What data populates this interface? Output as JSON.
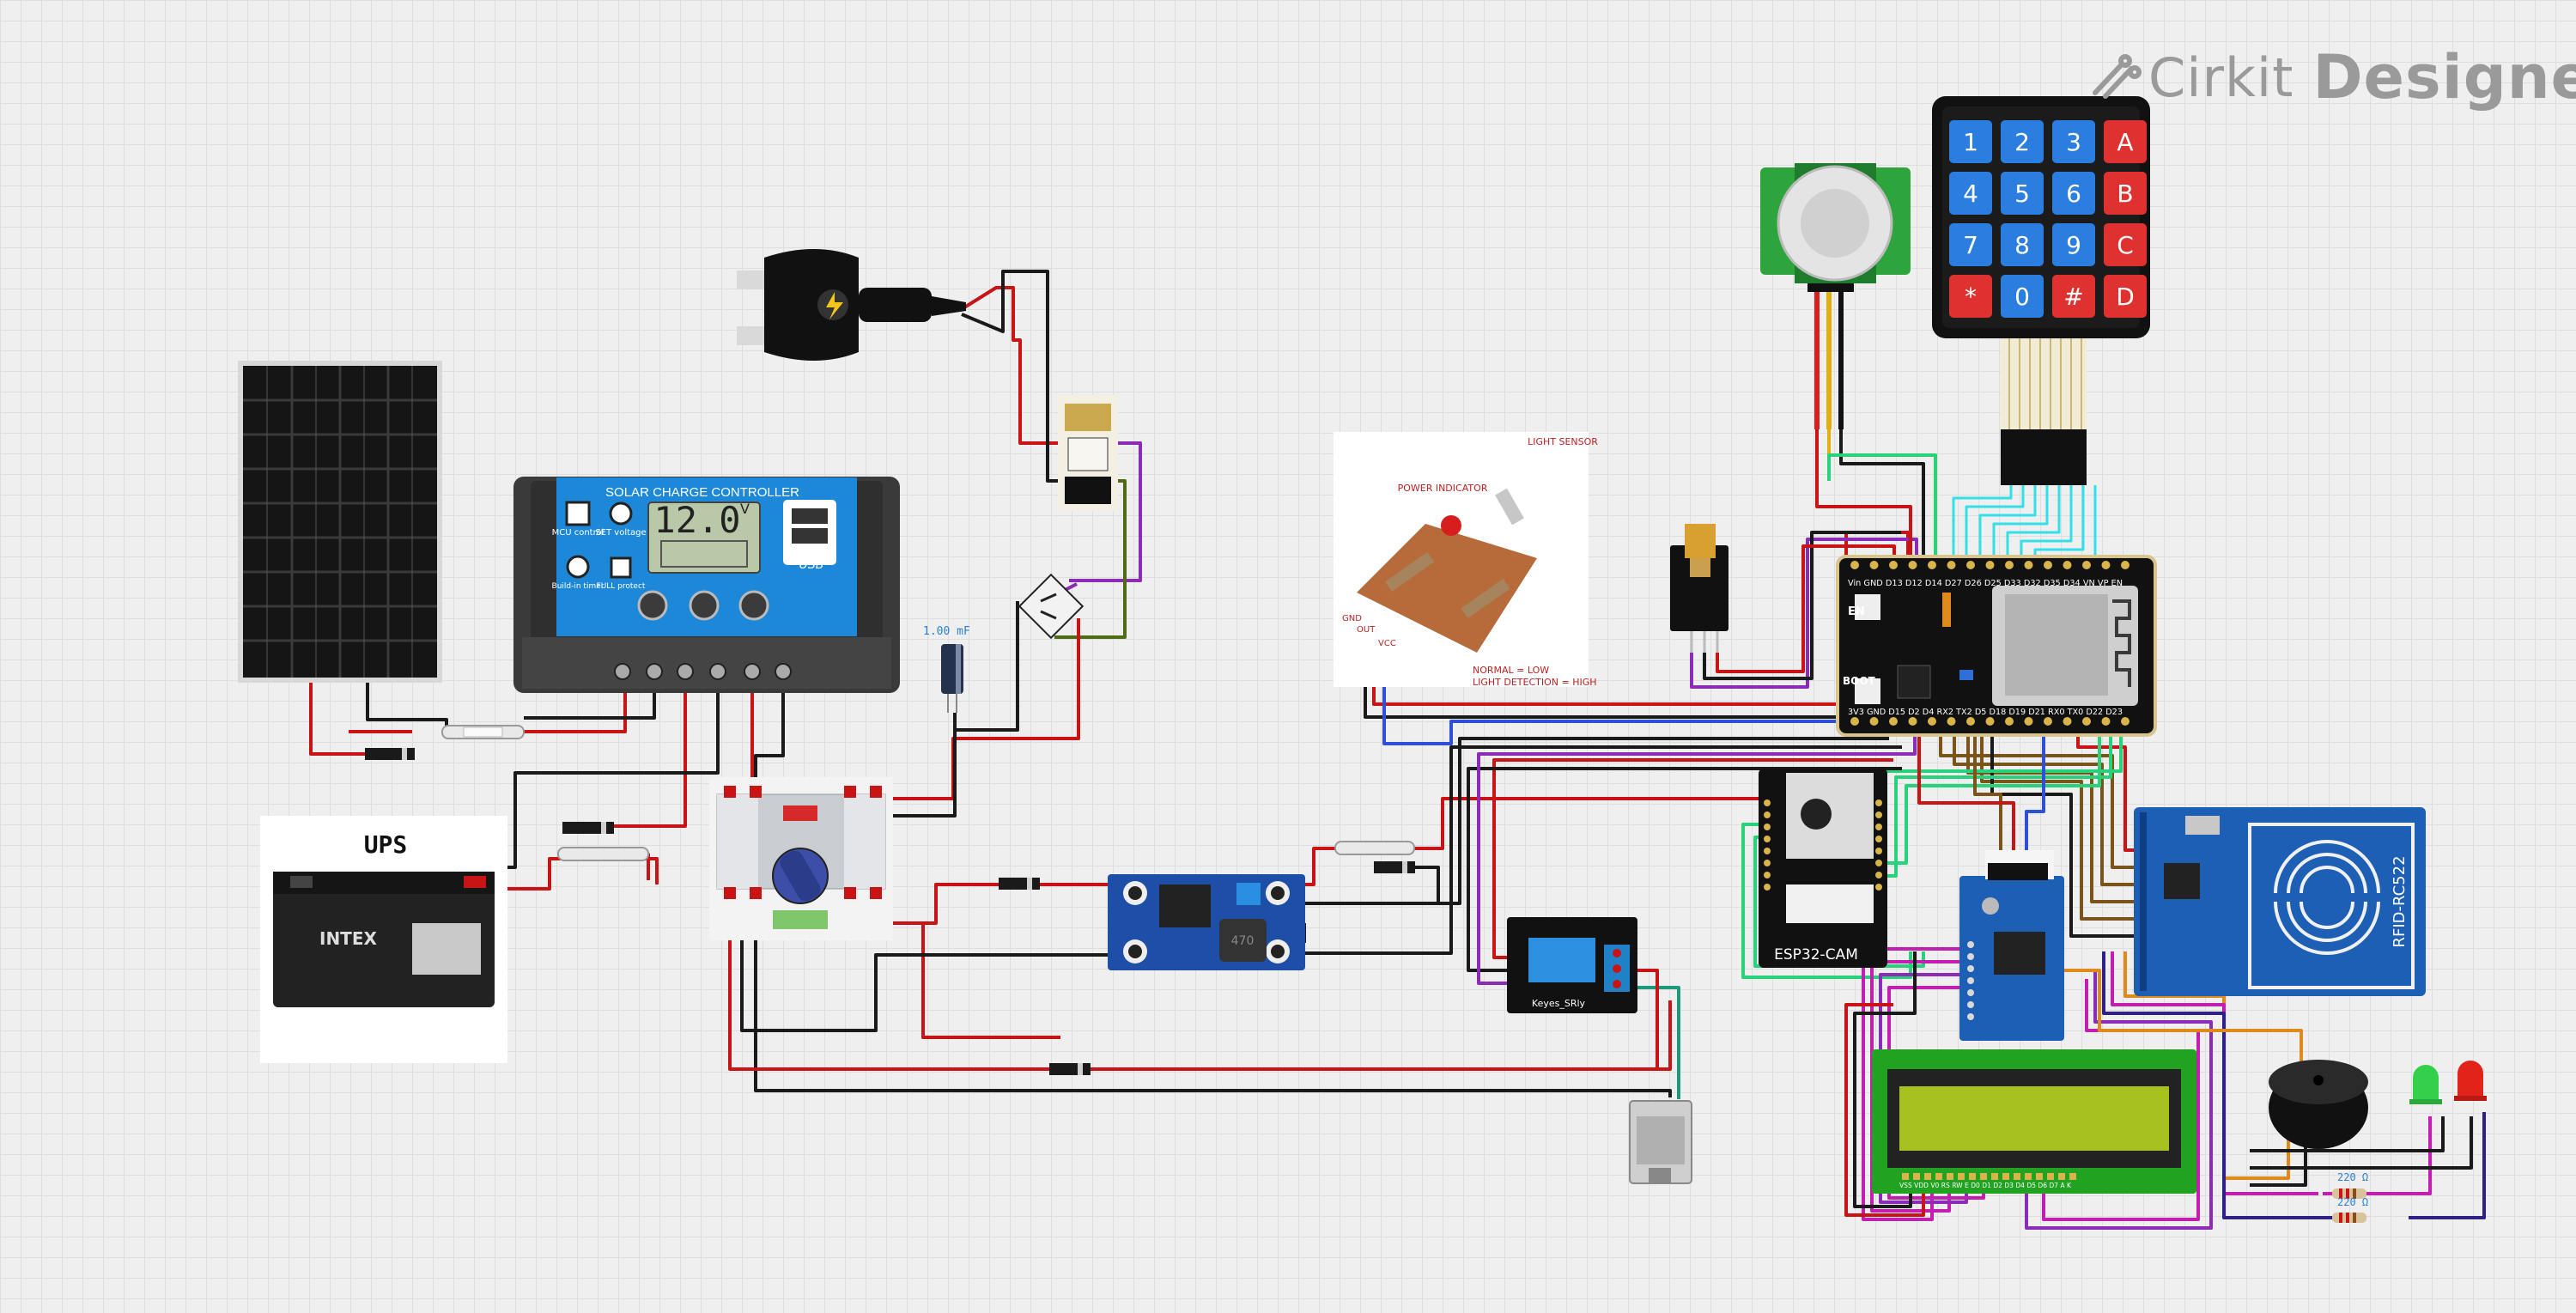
{
  "brand": {
    "name_part1": "Cirkit",
    "name_part2": "Designer",
    "logo_icon": "cirkit-logo-icon"
  },
  "labels": {
    "capacitor_value": "1.00 mF",
    "resistor1_value": "220 Ω",
    "resistor2_value": "220 Ω"
  },
  "components": {
    "charge_controller": {
      "title": "SOLAR CHARGE CONTROLLER",
      "display": "12.0",
      "display_unit": "V",
      "mcu_label": "MCU control",
      "set_label": "SET voltage",
      "timer_label": "Build-in timer",
      "protect_label": "FULL protect",
      "usb_label": "USB"
    },
    "ups": {
      "label": "UPS",
      "brand": "INTEX"
    },
    "keypad": {
      "keys": [
        "1",
        "2",
        "3",
        "A",
        "4",
        "5",
        "6",
        "B",
        "7",
        "8",
        "9",
        "C",
        "*",
        "0",
        "#",
        "D"
      ]
    },
    "esp32": {
      "en_label": "EN",
      "boot_label": "BOOT",
      "top_pins": "Vin GND D13 D12 D14 D27 D26 D25 D33 D32 D35 D34 VN VP EN",
      "bottom_pins": "3V3 GND D15 D2 D4 RX2 TX2 D5 D18 D19 D21 RX0 TX0 D22 D23"
    },
    "esp32_cam": {
      "label": "ESP32-CAM"
    },
    "rfid": {
      "label": "RFID-RC522"
    },
    "light_sensor": {
      "sensor_label": "LIGHT SENSOR",
      "power_label": "POWER INDICATOR",
      "gnd": "GND",
      "out": "OUT",
      "vcc": "VCC",
      "note1": "NORMAL = LOW",
      "note2": "LIGHT DETECTION = HIGH"
    },
    "relay": {
      "label": "Keyes_SRly"
    },
    "buck": {
      "label": "470"
    },
    "lcd": {
      "pins": "VSS VDD V0 RS RW E D0 D1 D2 D3 D4 D5 D6 D7 A K"
    }
  },
  "colors": {
    "wire_red": "#c81414",
    "wire_black": "#1a1a1a",
    "wire_blue": "#2f4fd8",
    "wire_cyan": "#32e0e8",
    "wire_green": "#28d27a",
    "wire_purple": "#8b2bb8",
    "wire_magenta": "#c21fb0",
    "wire_brown": "#7a5418",
    "wire_orange": "#e08a1e",
    "wire_olive": "#4f6b16",
    "pcb_blue": "#1d5fb5",
    "esp_black": "#171717",
    "lcd_green": "#21a321",
    "lcd_screen": "#a7c21e",
    "keypad_blue": "#2b7de0",
    "keypad_red": "#e03131"
  }
}
